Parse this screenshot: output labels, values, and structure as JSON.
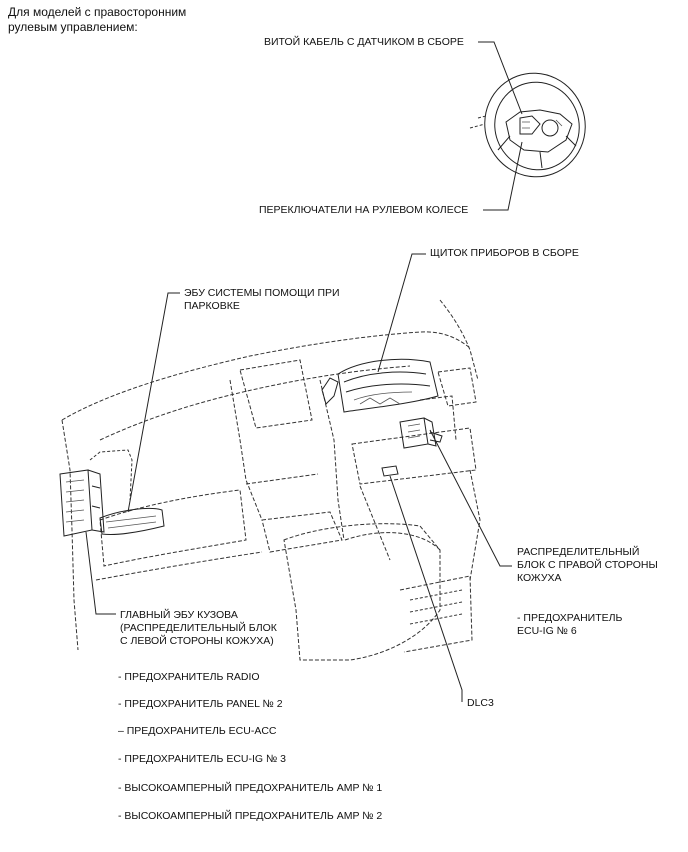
{
  "header": {
    "line1": "Для моделей с правосторонним",
    "line2": "рулевым управлением:"
  },
  "labels": {
    "spiral_cable": "ВИТОЙ КАБЕЛЬ С ДАТЧИКОМ В СБОРЕ",
    "steering_switches": "ПЕРЕКЛЮЧАТЕЛИ НА РУЛЕВОМ КОЛЕСЕ",
    "meter_assembly": "ЩИТОК ПРИБОРОВ В СБОРЕ",
    "parking_ecu_line1": "ЭБУ СИСТЕМЫ ПОМОЩИ ПРИ",
    "parking_ecu_line2": "ПАРКОВКЕ",
    "right_jb_line1": "РАСПРЕДЕЛИТЕЛЬНЫЙ",
    "right_jb_line2": "БЛОК С ПРАВОЙ СТОРОНЫ",
    "right_jb_line3": "КОЖУХА",
    "right_jb_fuse_line1": "- ПРЕДОХРАНИТЕЛЬ",
    "right_jb_fuse_line2": "ECU-IG № 6",
    "main_body_ecu_line1": "ГЛАВНЫЙ ЭБУ КУЗОВА",
    "main_body_ecu_line2": "(РАСПРЕДЕЛИТЕЛЬНЫЙ БЛОК",
    "main_body_ecu_line3": "С ЛЕВОЙ СТОРОНЫ КОЖУХА)",
    "dlc3": "DLC3"
  },
  "fuses": [
    "- ПРЕДОХРАНИТЕЛЬ RADIO",
    "- ПРЕДОХРАНИТЕЛЬ PANEL № 2",
    "– ПРЕДОХРАНИТЕЛЬ ECU-ACC",
    "- ПРЕДОХРАНИТЕЛЬ ECU-IG № 3",
    "- ВЫСОКОАМПЕРНЫЙ ПРЕДОХРАНИТЕЛЬ AMP № 1",
    "- ВЫСОКОАМПЕРНЫЙ ПРЕДОХРАНИТЕЛЬ AMP № 2"
  ]
}
